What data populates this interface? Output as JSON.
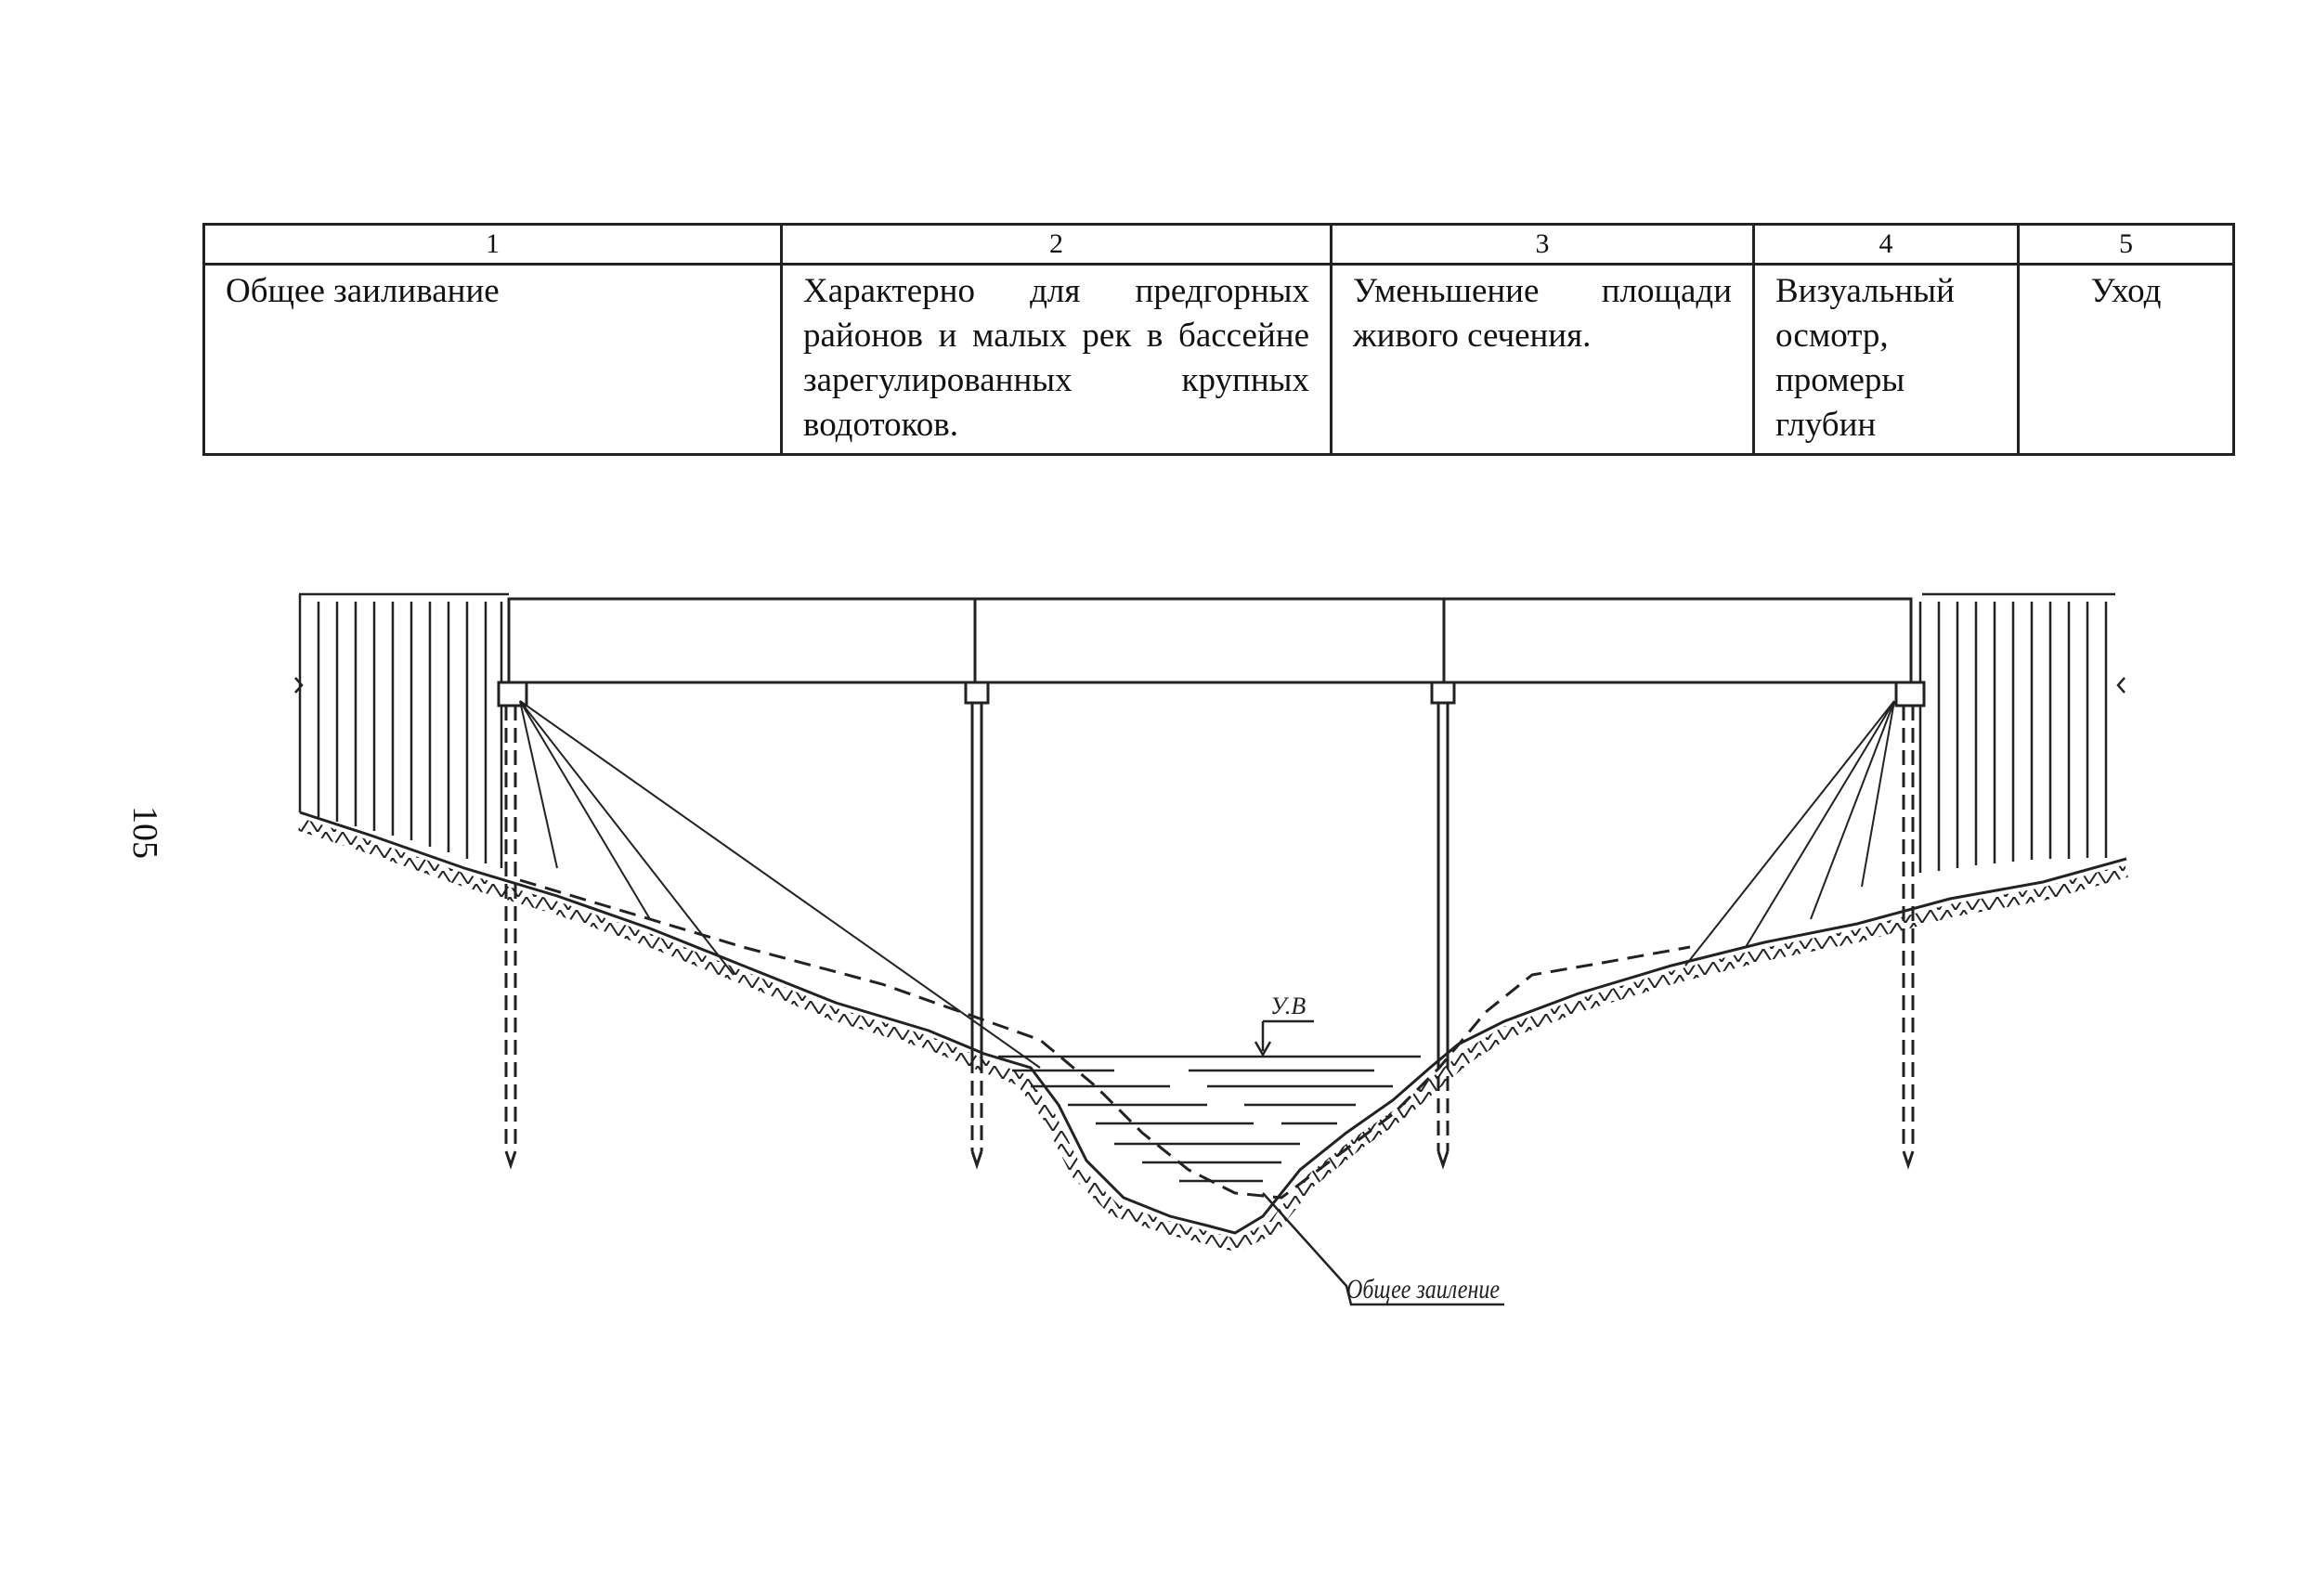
{
  "table": {
    "headers": [
      "1",
      "2",
      "3",
      "4",
      "5"
    ],
    "row": [
      "Общее заиливание",
      "Характерно для предгорных районов и малых рек в бассейне зарегулированных крупных водотоков.",
      "Уменьшение площади живого сечения.",
      "Визуальный осмотр, промеры глубин",
      "Уход"
    ]
  },
  "page_number": "105",
  "drawing": {
    "water_level_label": "У.В",
    "callout_label": "Общее заиление"
  }
}
